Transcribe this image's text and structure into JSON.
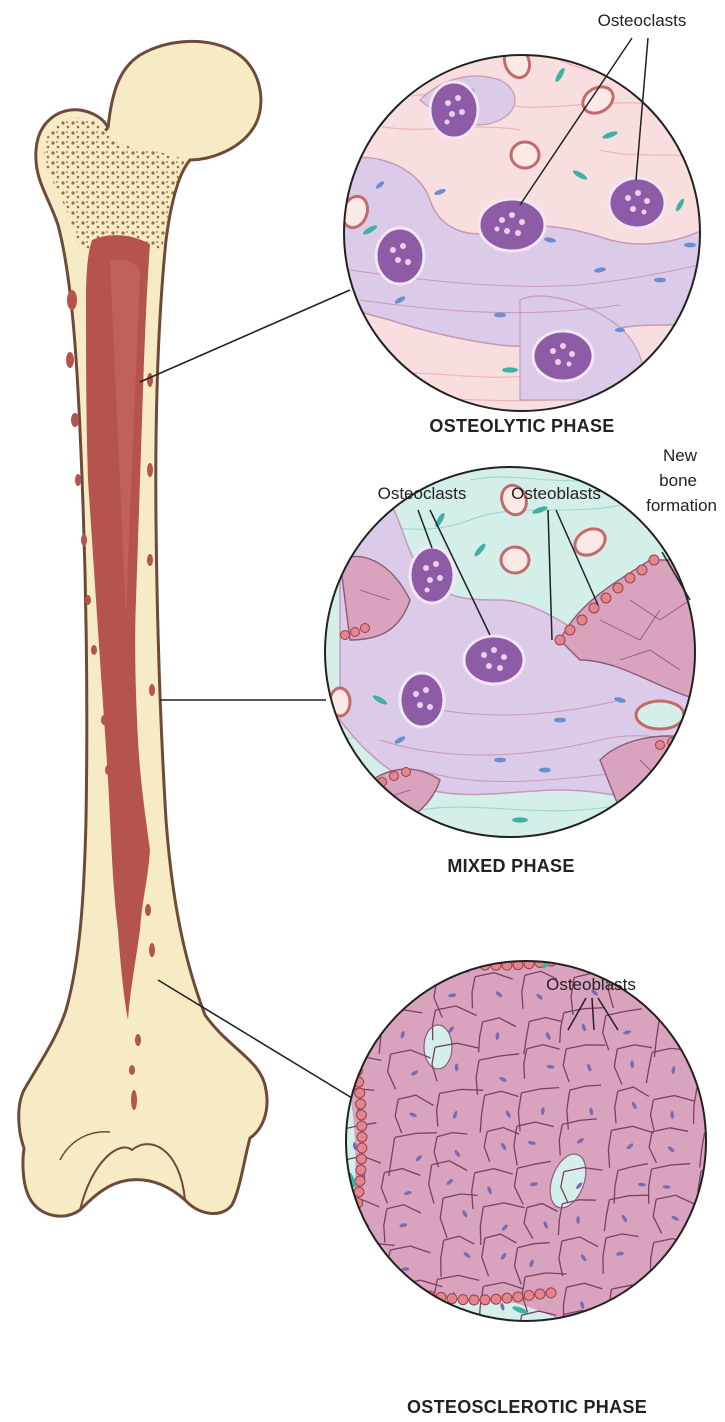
{
  "labels": {
    "osteolytic_osteoclasts": "Osteoclasts",
    "osteolytic_phase": "OSTEOLYTIC PHASE",
    "mixed_osteoclasts": "Osteoclasts",
    "mixed_osteoblasts": "Osteoblasts",
    "new_bone_line1": "New",
    "new_bone_line2": "bone",
    "new_bone_line3": "formation",
    "mixed_phase": "MIXED PHASE",
    "sclerotic_osteoblasts": "Osteoblasts",
    "sclerotic_phase": "OSTEOSCLEROTIC PHASE"
  },
  "colors": {
    "bone_fill": "#f7ebc6",
    "bone_outline": "#6e4a3a",
    "marrow": "#b5534f",
    "marrow_dark": "#9c3e3b",
    "cancellous": "#9a6b4f",
    "lytic_stroma": "#f8dede",
    "lytic_matrix": "#dccbe8",
    "osteoclast": "#8e5ba6",
    "osteoclast_nuclei": "#e9d2ef",
    "stroma_cyan": "#d4efe9",
    "osteoblast": "#e3868c",
    "new_bone": "#d9a3bd",
    "fibroblast": "#3fb1a3",
    "osteocyte": "#6a8fd0"
  }
}
